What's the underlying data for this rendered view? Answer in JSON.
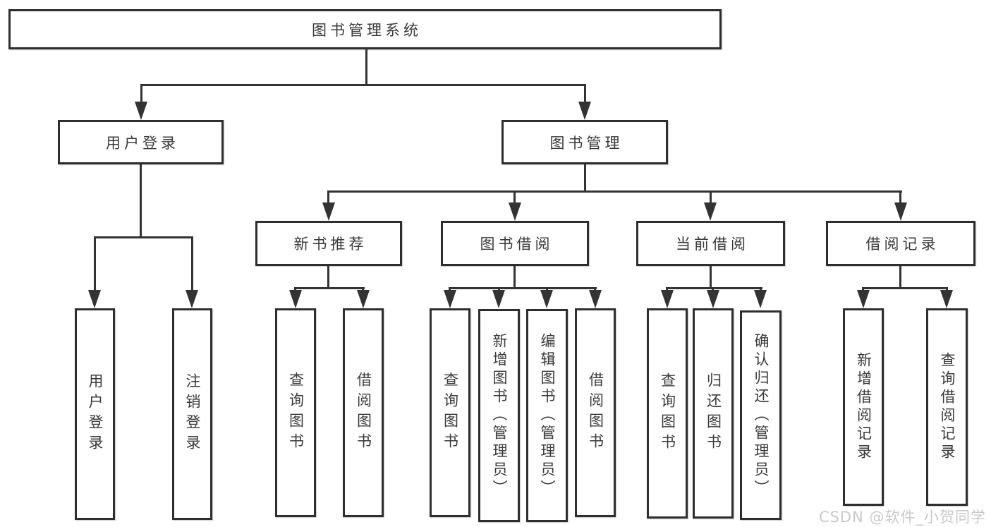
{
  "diagram_title": "图书管理系统",
  "colors": {
    "line": "#333333",
    "box_border": "#2e2e2e",
    "text": "#3a3a3a",
    "background": "#ffffff",
    "watermark": "#c9c9c9"
  },
  "tree": {
    "root": {
      "label": "图书管理系统"
    },
    "branches": [
      {
        "label": "用户登录",
        "children": [
          {
            "label": "用户登录"
          },
          {
            "label": "注销登录"
          }
        ]
      },
      {
        "label": "图书管理",
        "children": [
          {
            "label": "新书推荐",
            "children": [
              {
                "label": "查询图书"
              },
              {
                "label": "借阅图书"
              }
            ]
          },
          {
            "label": "图书借阅",
            "children": [
              {
                "label": "查询图书"
              },
              {
                "label": "新增图书（管理员）"
              },
              {
                "label": "编辑图书（管理员）"
              },
              {
                "label": "借阅图书"
              }
            ]
          },
          {
            "label": "当前借阅",
            "children": [
              {
                "label": "查询图书"
              },
              {
                "label": "归还图书"
              },
              {
                "label": "确认归还（管理员）"
              }
            ]
          },
          {
            "label": "借阅记录",
            "children": [
              {
                "label": "新增借阅记录"
              },
              {
                "label": "查询借阅记录"
              }
            ]
          }
        ]
      }
    ]
  },
  "watermark": {
    "text": "CSDN @软件_小贺同学"
  }
}
